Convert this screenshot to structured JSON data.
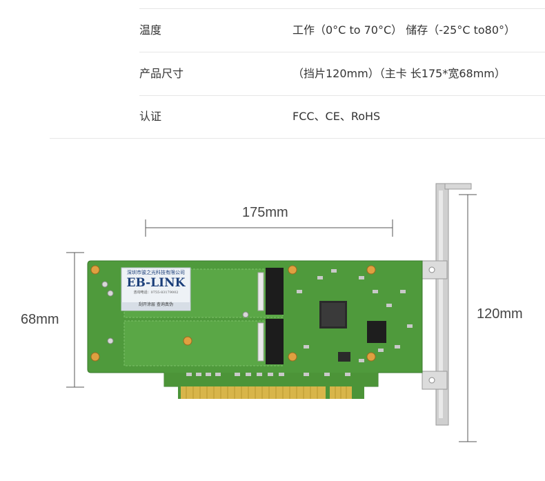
{
  "specs": [
    {
      "label": "温度",
      "value": "工作（0°C to 70°C） 储存（-25°C to80°）"
    },
    {
      "label": "产品尺寸",
      "value": "（挡片120mm）（主卡 长175*宽68mm）"
    },
    {
      "label": "认证",
      "value": "FCC、CE、RoHS"
    }
  ],
  "dimensions": {
    "length": "175mm",
    "width": "68mm",
    "bracket": "120mm"
  },
  "sticker": {
    "company": "深圳市骏之光科技有限公司",
    "brand": "EB-LINK",
    "phone": "咨询电话：0755-83179002",
    "bottom": "刮开涂层 查询真伪"
  },
  "colors": {
    "pcb": "#4f9a3c",
    "gold": "#d8b54a",
    "bracket": "#c8c8c8"
  }
}
